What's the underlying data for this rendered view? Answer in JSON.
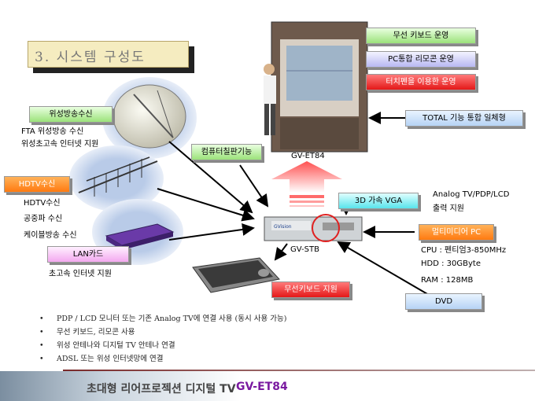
{
  "title": "3. 시스템 구성도",
  "tags": {
    "satellite": "위성방송수신",
    "hdtv": "HDTV수신",
    "lan": "LAN카드",
    "computer": "컴퓨터칠판기능",
    "wireless_kb_op": "무선 키보드 운영",
    "pc_remote": "PC통합 리모콘 운영",
    "touchpen": "터치펜을 이용한 운영",
    "total": "TOTAL 기능 통합 일체형",
    "vga": "3D 가속 VGA",
    "multimedia": "멀티미디어 PC",
    "wireless_kb": "무선키보드 지원",
    "dvd": "DVD"
  },
  "labels": {
    "fta": "FTA 위성방송 수신",
    "sat_internet": "위성초고속 인터넷 지원",
    "hdtv_recv": "HDTV수신",
    "air": "공중파 수신",
    "cable": "케이블방송 수신",
    "highspeed": "초고속 인터넷 지원",
    "gv_et84": "GV-ET84",
    "gv_stb": "GV-STB",
    "analog_out_1": "Analog TV/PDP/LCD",
    "analog_out_2": "출력 지원",
    "cpu": "CPU : 펜티엄3-850MHz",
    "hdd": "HDD : 30GByte",
    "ram": "RAM : 128MB",
    "stb_logo": "GVision"
  },
  "bullets": [
    "PDP / LCD 모니터 또는 기존 Analog TV에 연결 사용 (동시 사용 가능)",
    "무선 키보드, 리모콘 사용",
    "위성 안테나와 디지털 TV 안테나 연결",
    "ADSL 또는 위성 인터넷망에 연결"
  ],
  "footer": {
    "title": "초대형 리어프로젝션 디지털 TV",
    "model": "GV-ET84"
  }
}
